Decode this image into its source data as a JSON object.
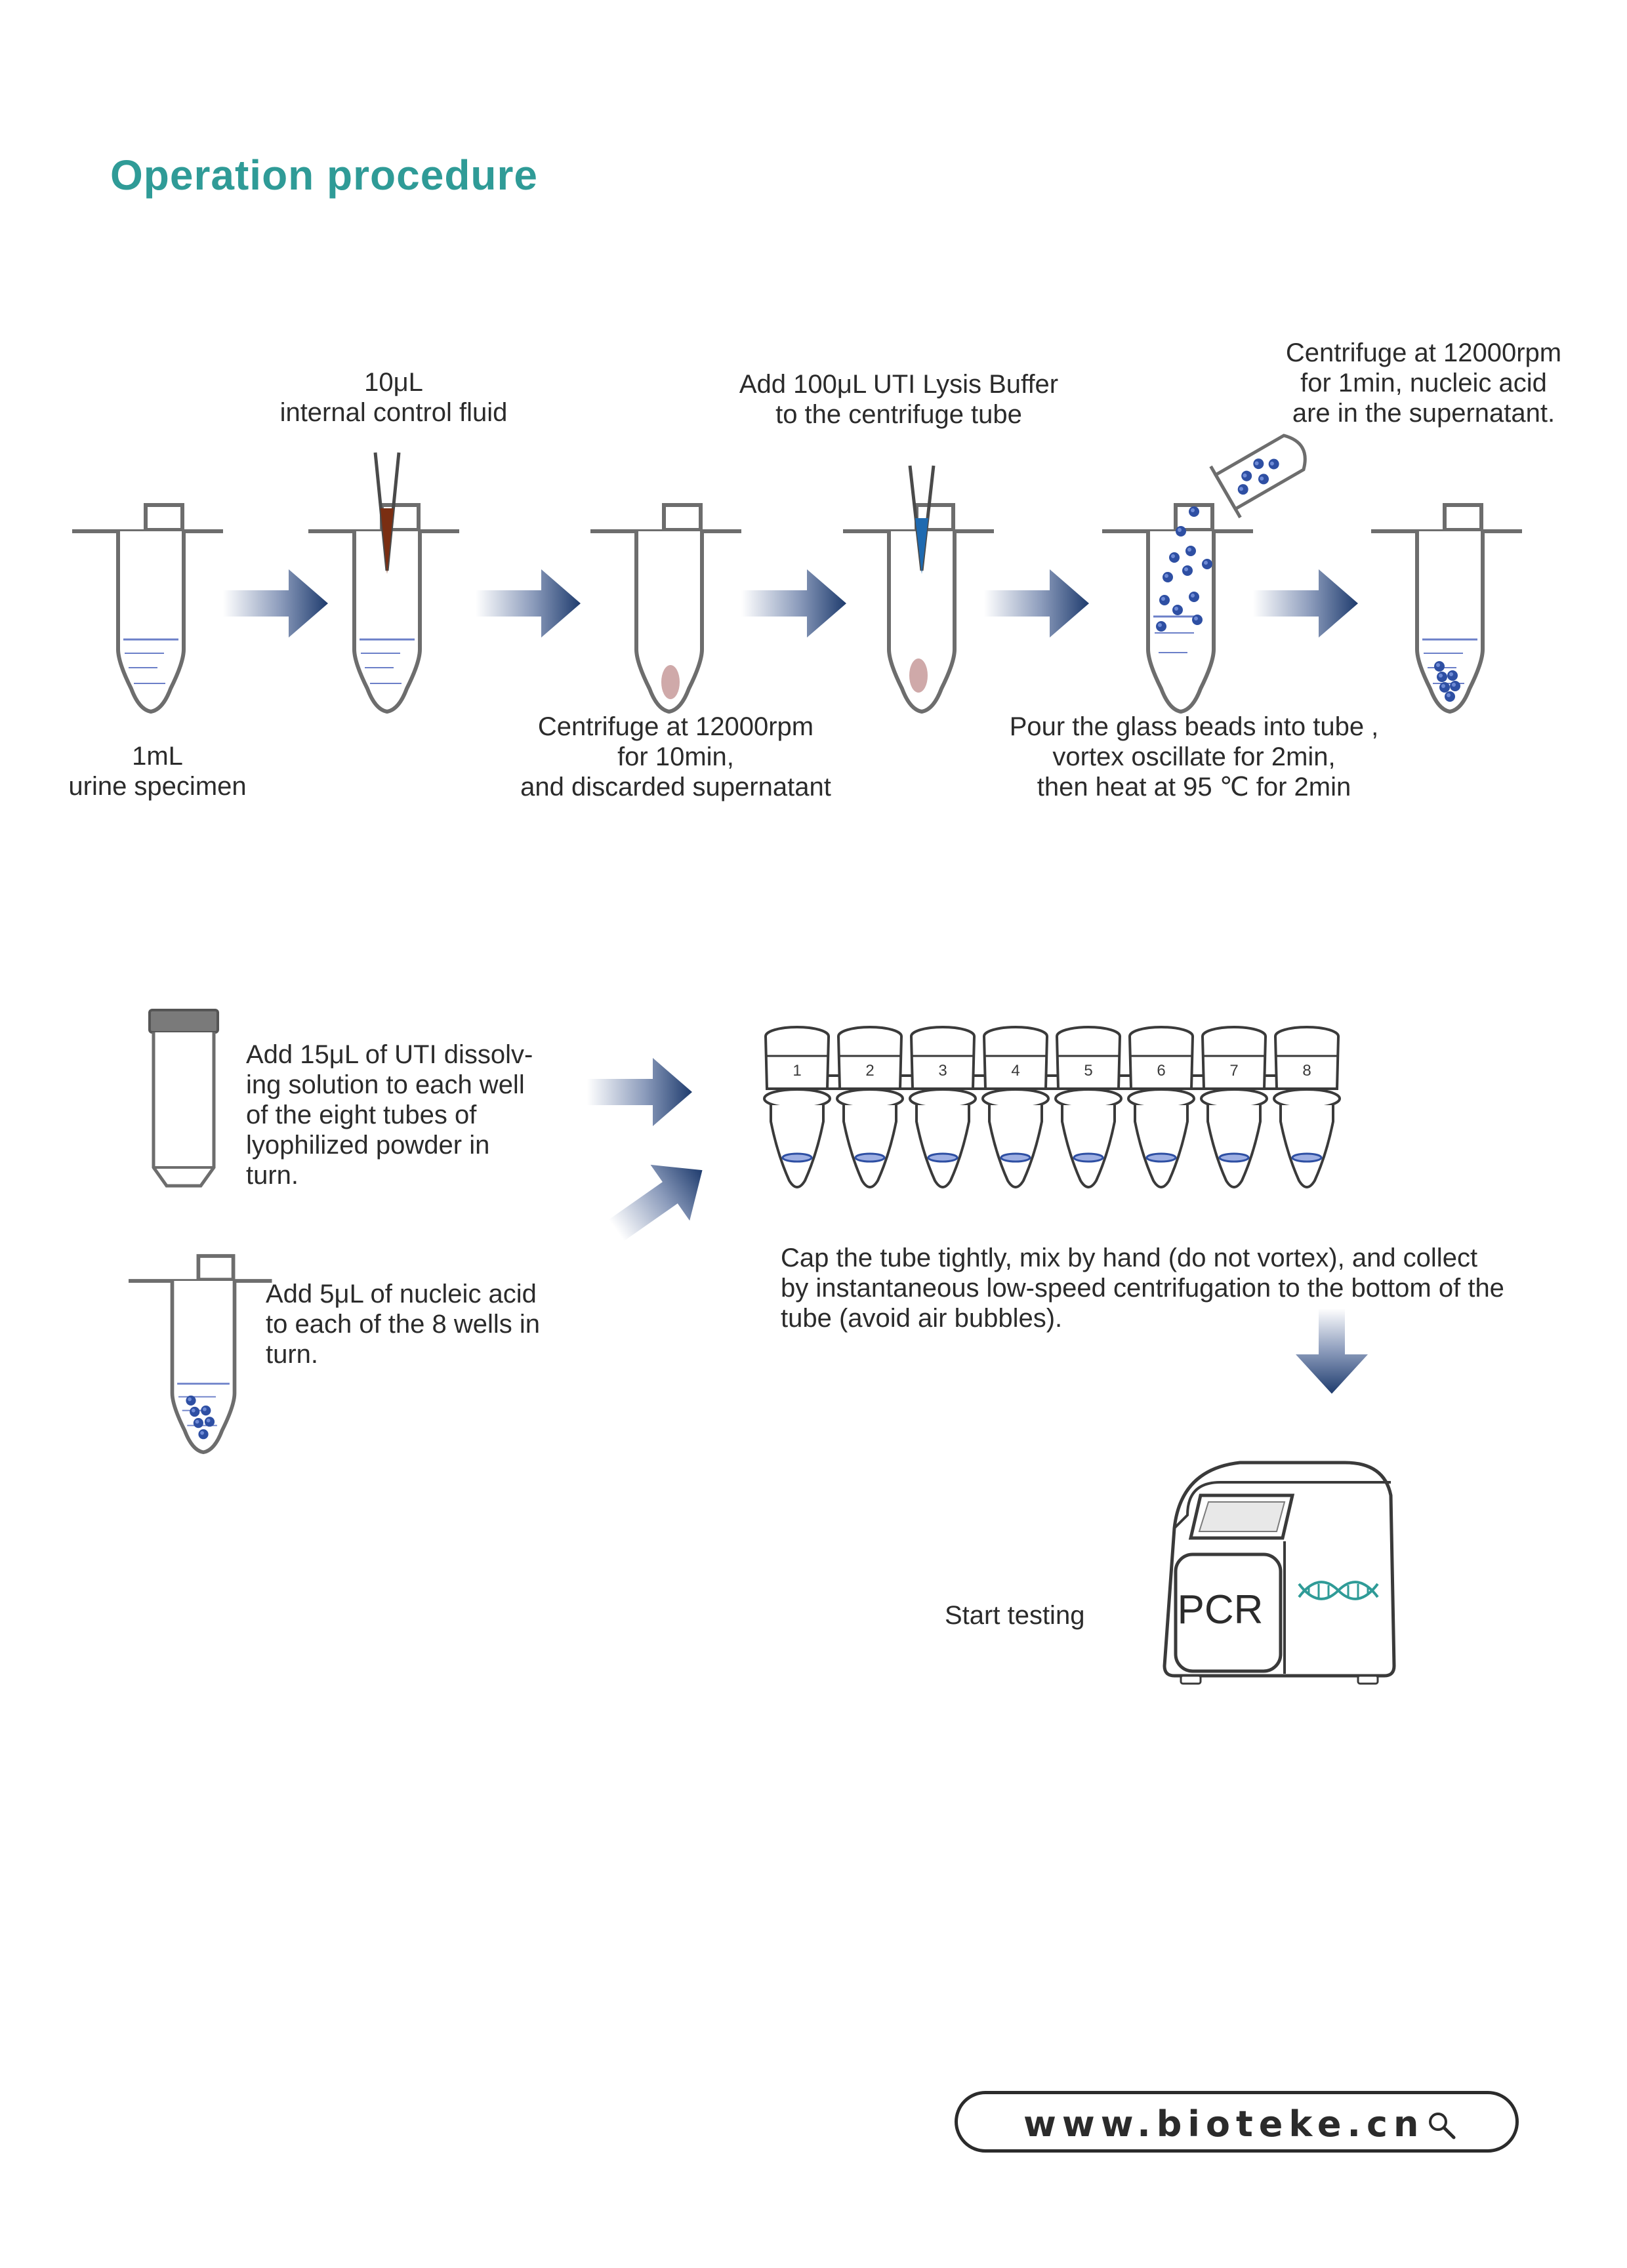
{
  "header": {
    "title": "Operation procedure"
  },
  "top_row": {
    "step1_label": [
      "1mL",
      "urine specimen"
    ],
    "step2_label": [
      "10μL",
      "internal control fluid"
    ],
    "step3_label": [
      "Centrifuge at 12000rpm",
      "for 10min,",
      "and discarded supernatant"
    ],
    "step4_label": [
      "Add 100μL UTI Lysis Buffer",
      "to the centrifuge tube"
    ],
    "step5_label": [
      "Pour the glass beads into tube ,",
      "vortex oscillate for 2min,",
      "then heat at 95 ℃ for 2min"
    ],
    "step6_label": [
      "Centrifuge at 12000rpm",
      "for 1min, nucleic acid",
      "are in the supernatant."
    ]
  },
  "bottom_section": {
    "dissolving_label": [
      "Add 15μL of UTI dissolv-",
      "ing solution to each well",
      "of the eight tubes of",
      "lyophilized powder in",
      "turn."
    ],
    "nucleic_label": [
      "Add 5μL of nucleic acid",
      "to each of the 8 wells in",
      "turn."
    ],
    "tube_numbers": [
      "1",
      "2",
      "3",
      "4",
      "5",
      "6",
      "7",
      "8"
    ],
    "mix_label": [
      "Cap the tube tightly, mix by hand (do not vortex), and collect",
      "by instantaneous low-speed centrifugation to the bottom of the",
      "tube (avoid air bubbles)."
    ],
    "pcr_text": "PCR",
    "start_label": "Start testing"
  },
  "footer": {
    "website": "www.bioteke.cn"
  },
  "colors": {
    "title": "#2f9b97",
    "arrow": "#1f3c6e",
    "bead": "#2e4fa3",
    "dna": "#2f9b97",
    "pipette_brown": "#7a2e12",
    "pipette_blue": "#1f6ab0",
    "pellet": "#cfa9a9"
  },
  "icons": [
    "arrow-right-icon",
    "pipette-icon",
    "search-icon",
    "dna-icon"
  ]
}
